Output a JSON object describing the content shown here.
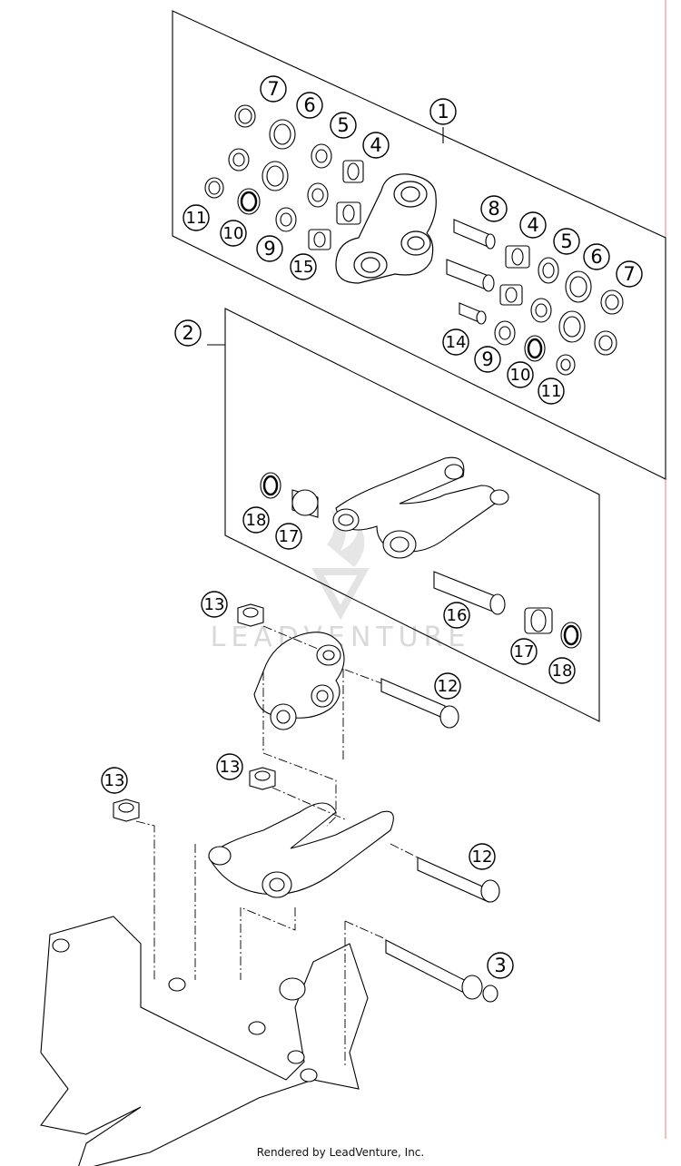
{
  "diagram": {
    "watermark_text": "LEADVENTURE",
    "footer_text": "Rendered by LeadVenture, Inc.",
    "callouts": [
      {
        "label": "1"
      },
      {
        "label": "7"
      },
      {
        "label": "6"
      },
      {
        "label": "5"
      },
      {
        "label": "4"
      },
      {
        "label": "11"
      },
      {
        "label": "10"
      },
      {
        "label": "9"
      },
      {
        "label": "15"
      },
      {
        "label": "8"
      },
      {
        "label": "4"
      },
      {
        "label": "5"
      },
      {
        "label": "6"
      },
      {
        "label": "7"
      },
      {
        "label": "14"
      },
      {
        "label": "9"
      },
      {
        "label": "10"
      },
      {
        "label": "11"
      },
      {
        "label": "2"
      },
      {
        "label": "18"
      },
      {
        "label": "17"
      },
      {
        "label": "16"
      },
      {
        "label": "17"
      },
      {
        "label": "18"
      },
      {
        "label": "13"
      },
      {
        "label": "12"
      },
      {
        "label": "13"
      },
      {
        "label": "13"
      },
      {
        "label": "12"
      },
      {
        "label": "3"
      }
    ]
  }
}
